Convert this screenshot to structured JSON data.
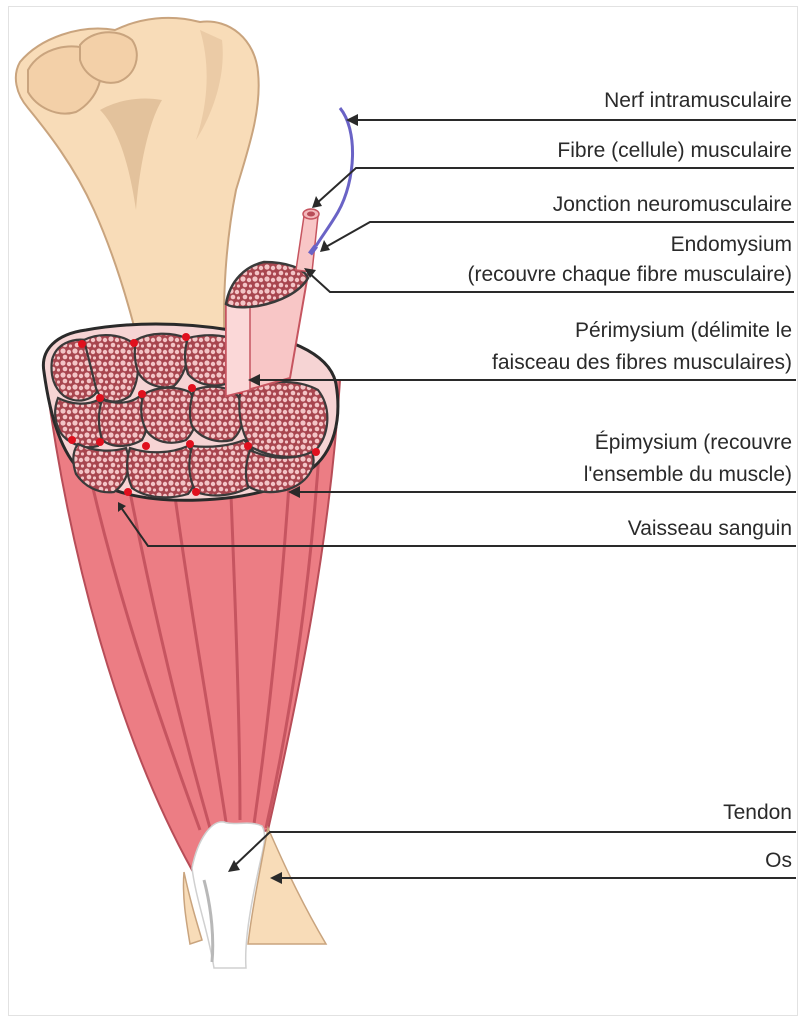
{
  "labels": {
    "nerf": "Nerf intramusculaire",
    "fibre": "Fibre (cellule) musculaire",
    "jonction": "Jonction neuromusculaire",
    "endomysium_1": "Endomysium",
    "endomysium_2": "(recouvre chaque fibre musculaire)",
    "perimysium_1": "Périmysium (délimite le",
    "perimysium_2": "faisceau des fibres musculaires)",
    "epimysium_1": "Épimysium (recouvre",
    "epimysium_2": "l'ensemble du muscle)",
    "vaisseau": "Vaisseau sanguin",
    "tendon": "Tendon",
    "os": "Os"
  },
  "colors": {
    "bone": "#f8dcb8",
    "bone_shadow": "#e3c29c",
    "muscle": "#ec7d84",
    "muscle_dark": "#c65560",
    "fascicle_fill": "#a4454d",
    "fiber_fill": "#f7c6c6",
    "nerve": "#6a63c6",
    "vessel": "#e0101e",
    "tendon": "#ffffff"
  }
}
